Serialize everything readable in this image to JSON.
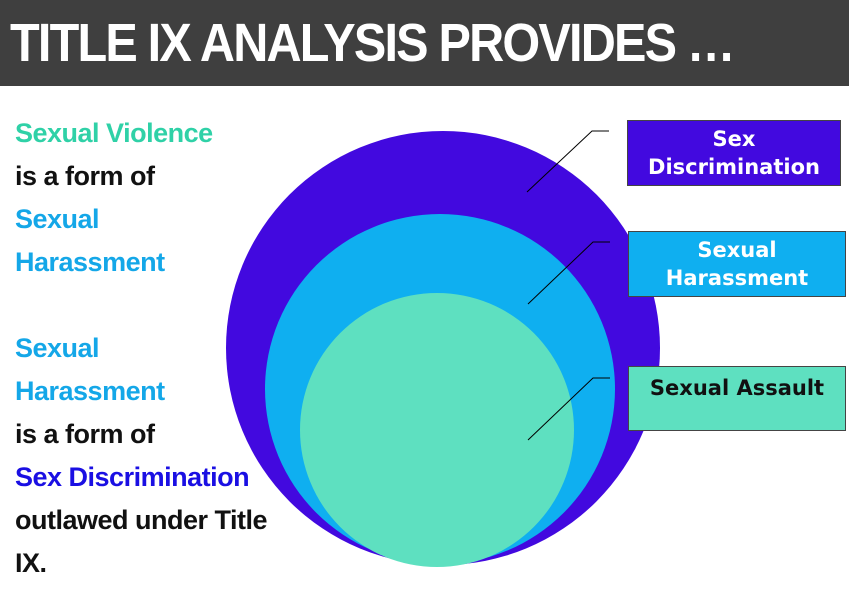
{
  "title": "TITLE IX ANALYSIS PROVIDES …",
  "left_text": {
    "para1": {
      "l1": "Sexual Violence",
      "l2": "is a form of",
      "l3": "Sexual",
      "l4": "Harassment"
    },
    "para2": {
      "l1": "Sexual",
      "l2": "Harassment",
      "l3": "is a form of",
      "l4": "Sex Discrimination",
      "l5": "outlawed under Title",
      "l6": "IX."
    }
  },
  "diagram": {
    "outer_label_1": "Sex",
    "outer_label_2": "Discrimination",
    "middle_label_1": "Sexual",
    "middle_label_2": "Harassment",
    "inner_label": "Sexual Assault"
  },
  "colors": {
    "title_bar": "#3f3f3f",
    "outer_circle": "#4209df",
    "middle_circle": "#0faff0",
    "inner_circle": "#5ee0c0",
    "teal_text": "#2fd1a7",
    "sky_text": "#14a7e8",
    "blue_text": "#1a0fe3"
  }
}
